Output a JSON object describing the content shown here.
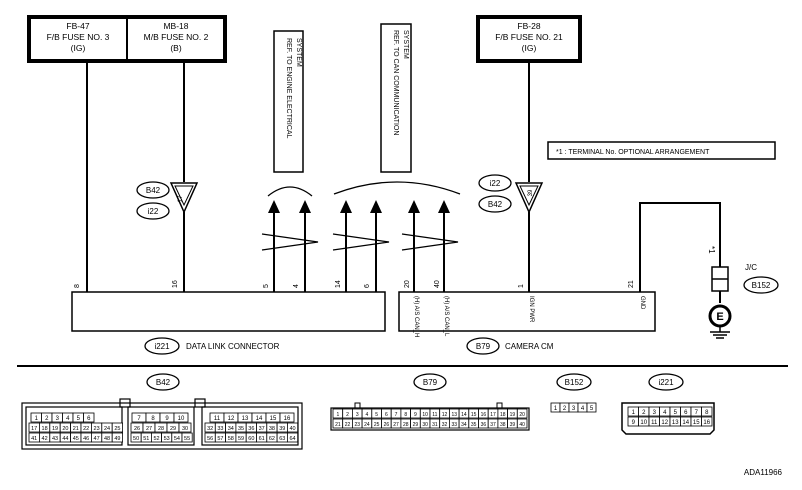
{
  "fuses": [
    {
      "line1": "FB-47",
      "line2": "F/B FUSE NO. 3",
      "line3": "(IG)"
    },
    {
      "line1": "MB-18",
      "line2": "M/B FUSE NO. 2",
      "line3": "(B)"
    },
    {
      "line1": "FB-28",
      "line2": "F/B FUSE NO. 21",
      "line3": "(IG)"
    }
  ],
  "refs": {
    "engine_line1": "REF. TO ENGINE ELECTRICAL",
    "engine_line2": "SYSTEM",
    "can_line1": "REF. TO CAN COMMUNICATION",
    "can_line2": "SYSTEM"
  },
  "note": "*1  : TERMINAL No. OPTIONAL ARRANGEMENT",
  "connectors": {
    "b42": "B42",
    "i22": "i22",
    "i221": "i221",
    "b79": "B79",
    "b152": "B152",
    "jc": "J/C",
    "star1": "*1",
    "ground": "E"
  },
  "pins": {
    "p8": "8",
    "p16": "16",
    "p5": "5",
    "p4": "4",
    "p14": "14",
    "p6": "6",
    "p20": "20",
    "p40": "40",
    "p1": "1",
    "p21": "21",
    "p17": "17",
    "p39": "39"
  },
  "terms": {
    "canh": "(H) A/S CAN_H",
    "canl": "(H) A/S CAN_L",
    "ignpwr": "IGN PWR",
    "gnd": "GND"
  },
  "components": {
    "dlc": "DATA LINK CONNECTOR",
    "camera": "CAMERA CM"
  },
  "footer_id": "ADA11966",
  "b42_rows": [
    [
      "1",
      "2",
      "3",
      "4",
      "5",
      "6"
    ],
    [
      "17",
      "18",
      "19",
      "20",
      "21",
      "22",
      "23",
      "24",
      "25"
    ],
    [
      "41",
      "42",
      "43",
      "44",
      "45",
      "46",
      "47",
      "48",
      "49"
    ],
    [
      "7",
      "8",
      "9",
      "10"
    ],
    [
      "26",
      "27",
      "28",
      "29",
      "30"
    ],
    [
      "50",
      "51",
      "52",
      "53",
      "54",
      "55"
    ],
    [
      "11",
      "12",
      "13",
      "14",
      "15",
      "16"
    ],
    [
      "32",
      "33",
      "34",
      "35",
      "36",
      "37",
      "38",
      "39",
      "40"
    ],
    [
      "56",
      "57",
      "58",
      "59",
      "60",
      "61",
      "62",
      "63",
      "64"
    ]
  ],
  "b79_rows": [
    [
      "1",
      "2",
      "3",
      "4",
      "5",
      "6",
      "7",
      "8",
      "9",
      "10",
      "11",
      "12",
      "13",
      "14",
      "15",
      "16",
      "17",
      "18",
      "19",
      "20"
    ],
    [
      "21",
      "22",
      "23",
      "24",
      "25",
      "26",
      "27",
      "28",
      "29",
      "30",
      "31",
      "32",
      "33",
      "34",
      "35",
      "36",
      "37",
      "38",
      "39",
      "40"
    ]
  ],
  "b152_row": [
    "1",
    "2",
    "3",
    "4",
    "5"
  ],
  "i221_rows": [
    [
      "1",
      "2",
      "3",
      "4",
      "5",
      "6",
      "7",
      "8"
    ],
    [
      "9",
      "10",
      "11",
      "12",
      "13",
      "14",
      "15",
      "16"
    ]
  ]
}
